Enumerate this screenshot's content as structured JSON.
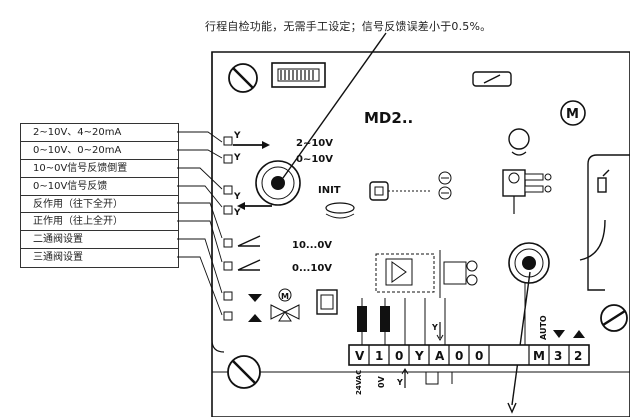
{
  "caption": "行程自检功能，无需手工设定；信号反馈误差小于0.5%。",
  "legend": [
    "2~10V、4~20mA",
    "0~10V、0~20mA",
    "10~0V信号反馈倒置",
    "0~10V信号反馈",
    "反作用（往下全开）",
    "正作用（往上全开）",
    "二通阀设置",
    "三通阀设置"
  ],
  "board": {
    "model": "MD2..",
    "range_upper": "2~10V",
    "range_lower": "0~10V",
    "y_label_top": "Y",
    "y_label_2": "Y",
    "y_label_3": "Y",
    "y_label_4": "Y",
    "init_label": "INIT",
    "action_reverse": "10...0V",
    "action_direct": "0...10V",
    "m_symbol": "M",
    "auto_label": "AUTO",
    "terminals": [
      "V",
      "1",
      "0",
      "Y",
      "A",
      "0",
      "0",
      "M",
      "3",
      "2"
    ],
    "supply_label": "24VAC",
    "zero_v_label": "0V"
  }
}
